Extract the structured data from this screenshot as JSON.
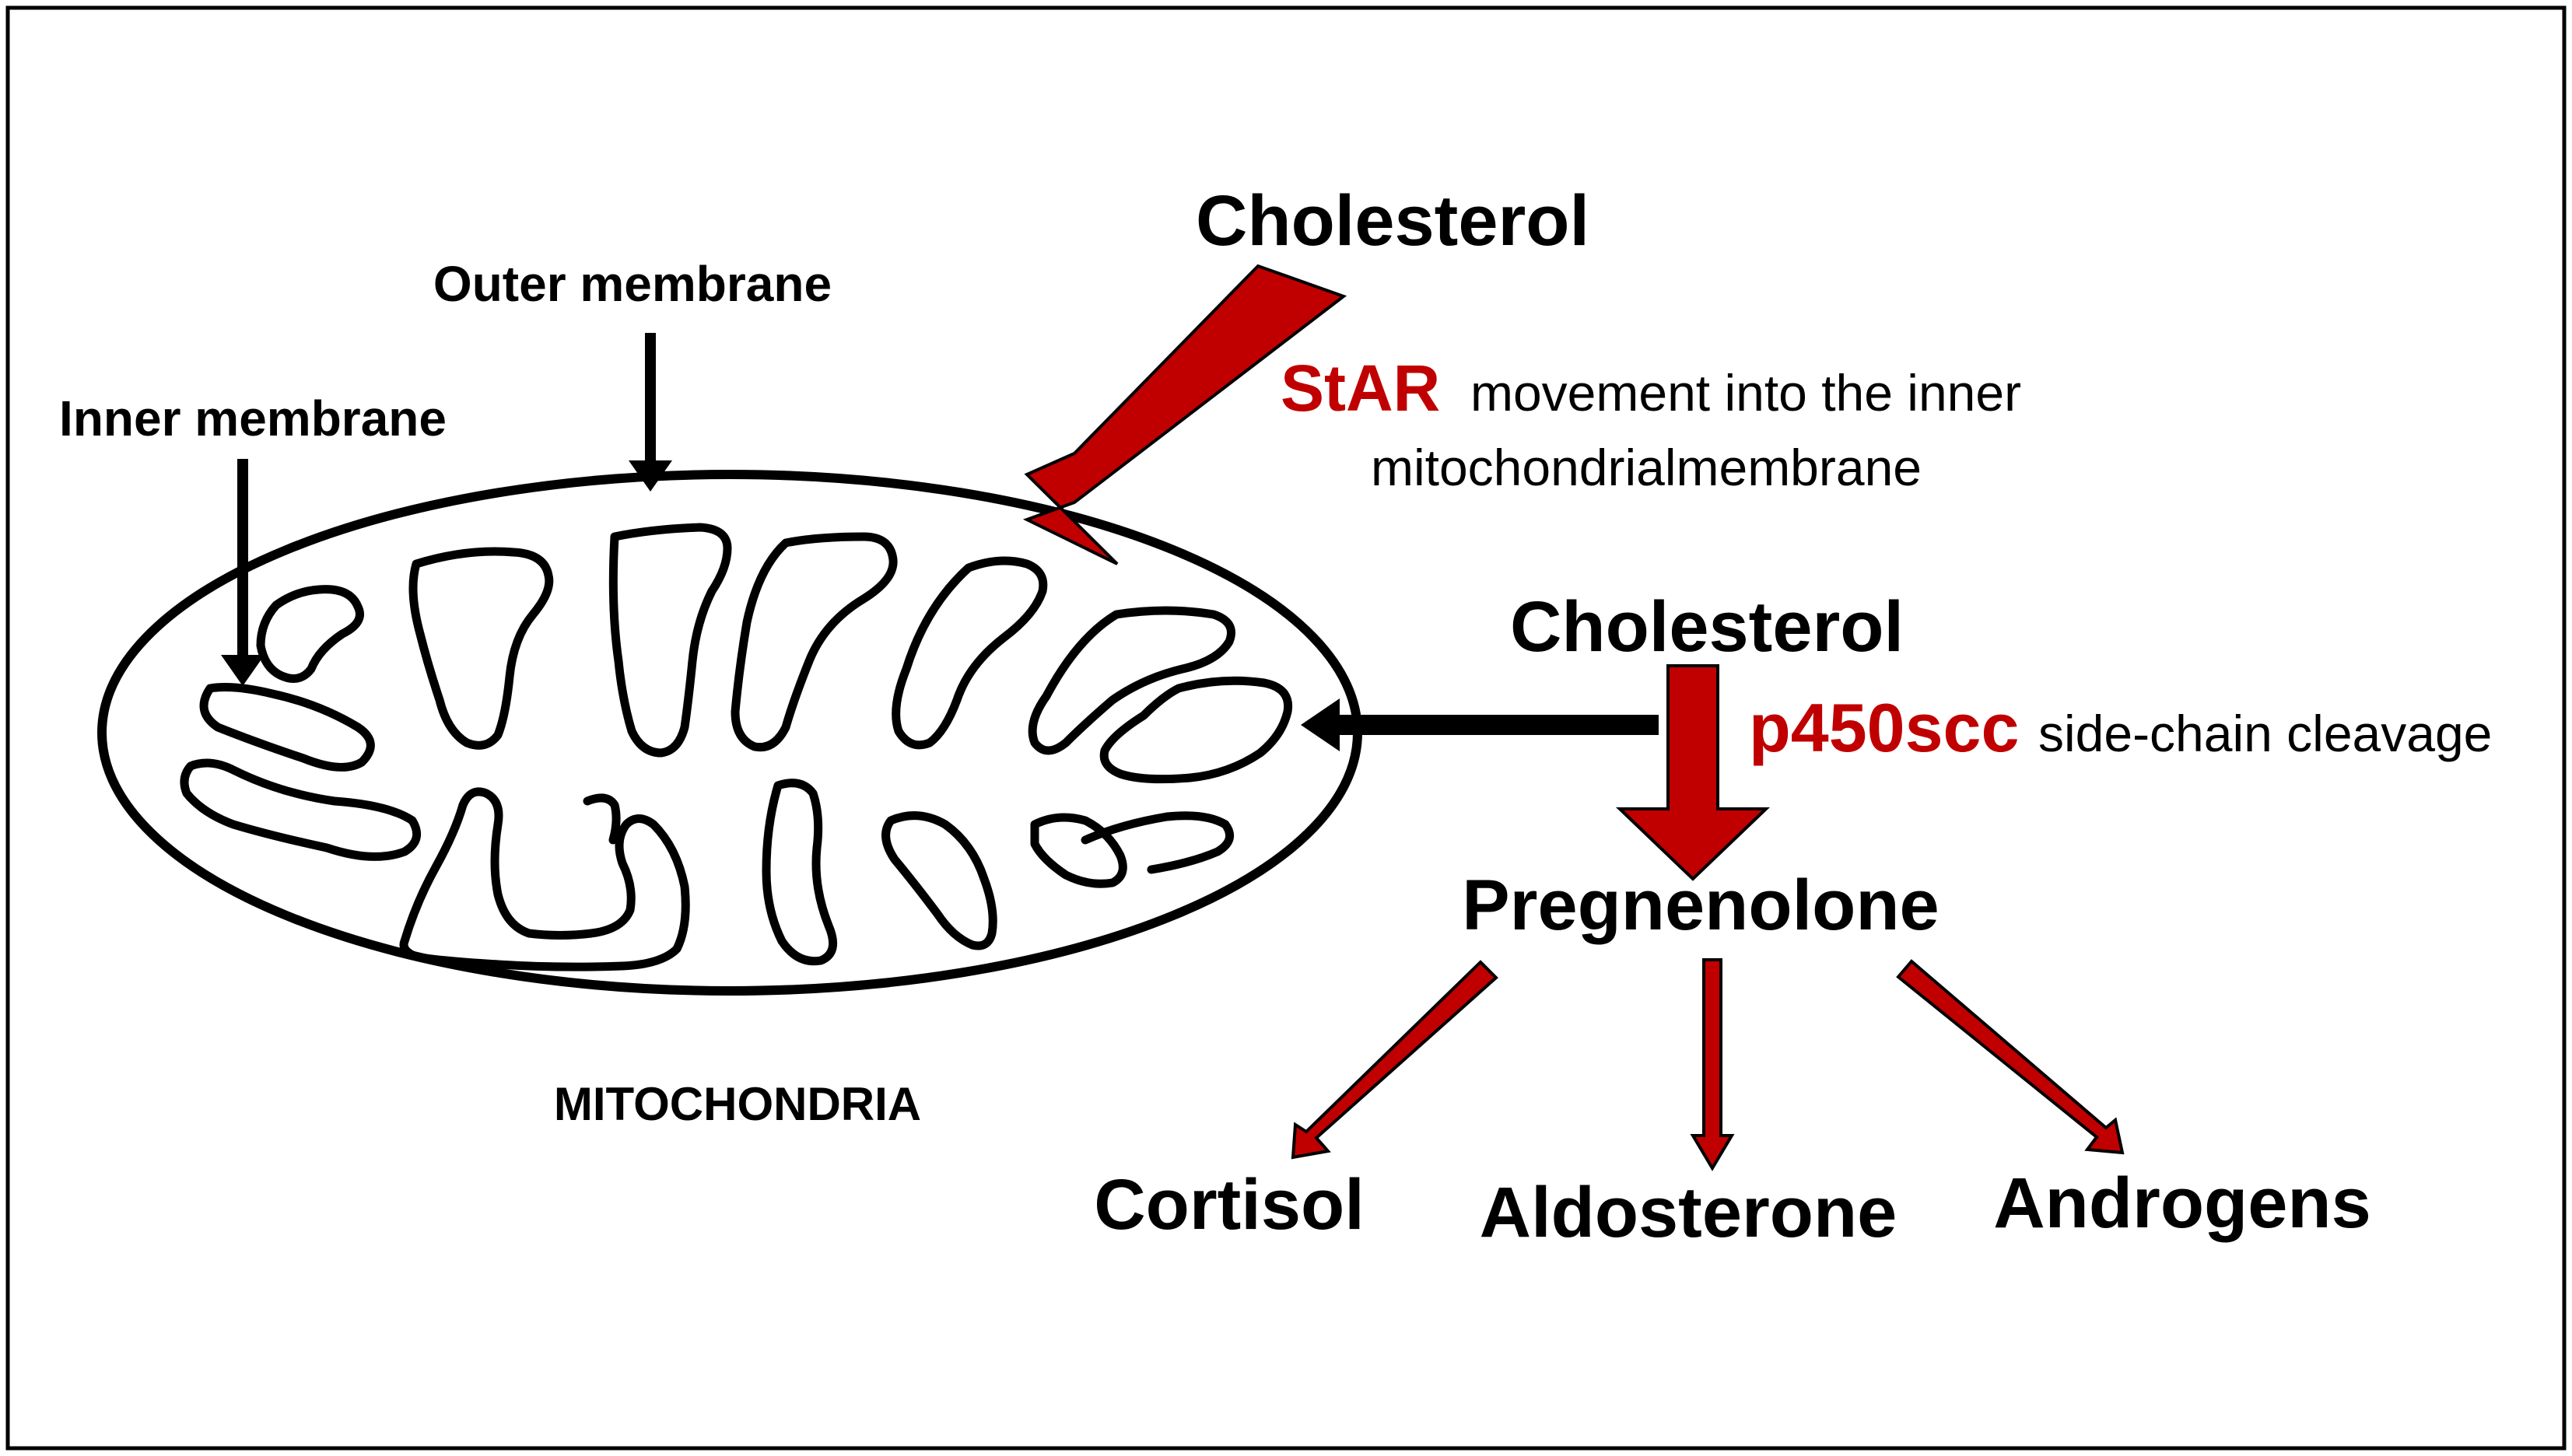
{
  "colors": {
    "background": "#ffffff",
    "border": "#000000",
    "outline": "#000000",
    "arrow_fill": "#c00000",
    "arrow_stroke": "#000000",
    "highlight_text": "#c00000"
  },
  "labels": {
    "outer_membrane": "Outer membrane",
    "inner_membrane": "Inner membrane",
    "mitochondria": "MITOCHONDRIA",
    "cholesterol_top": "Cholesterol",
    "star": "StAR",
    "star_desc_line1": "movement into the inner",
    "star_desc_line2": "mitochondrialmembrane",
    "cholesterol_mid": "Cholesterol",
    "p450scc": "p450scc",
    "p450scc_desc": "side-chain cleavage",
    "pregnenolone": "Pregnenolone",
    "cortisol": "Cortisol",
    "aldosterone": "Aldosterone",
    "androgens": "Androgens"
  }
}
